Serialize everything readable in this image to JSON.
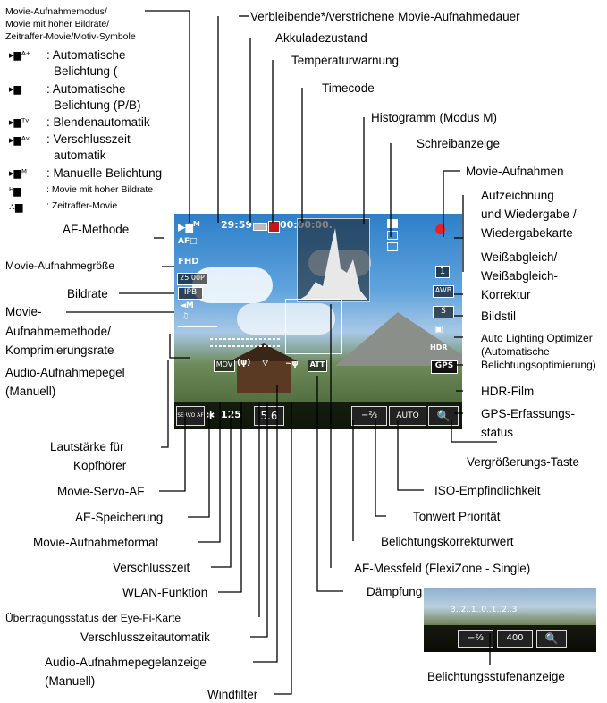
{
  "labels_left": {
    "movie_mode": "Movie-Aufnahmemodus/",
    "movie_mode2": "Movie mit hoher Bildrate/",
    "movie_mode3": "Zeitraffer-Movie/Motiv-Symbole",
    "auto_exposure": ": Automatische",
    "auto_exposure_2": "Belichtung (",
    "auto_exposure_3": "Belichtung (P/B)",
    "aperture_auto": ": Blendenautomatik",
    "shutter_auto": ": Verschlusszeit-",
    "shutter_auto2": "automatik",
    "manual": ": Manuelle Belichtung",
    "high_fps": ": Movie mit hoher Bildrate",
    "timelapse": ": Zeitraffer-Movie",
    "af_method": "AF-Methode",
    "rec_size": "Movie-Aufnahmegröße",
    "frame_rate": "Bildrate",
    "movie_method": "Movie-",
    "movie_method2": "Aufnahmemethode/",
    "movie_method3": "Komprimierungsrate",
    "audio_level": "Audio-Aufnahmepegel",
    "audio_level2": "(Manuell)",
    "headphone": "Lautstärke für",
    "headphone2": "Kopfhörer",
    "servo_af": "Movie-Servo-AF",
    "ae_lock": "AE-Speicherung",
    "rec_format": "Movie-Aufnahmeformat",
    "shutter": "Verschlusszeit",
    "wlan": "WLAN-Funktion",
    "eyefi": "Übertragungsstatus der Eye-Fi-Karte",
    "shutter_auto_bottom": "Verschlusszeitautomatik",
    "audio_meter": "Audio-Aufnahmepegelanzeige",
    "audio_meter2": "(Manuell)",
    "wind": "Windfilter"
  },
  "labels_right": {
    "remaining": "Verbleibende*/verstrichene Movie-Aufnahmedauer",
    "battery": "Akkuladezustand",
    "temp": "Temperaturwarnung",
    "timecode": "Timecode",
    "histogram": "Histogramm (Modus M)",
    "write": "Schreibanzeige",
    "recording": "Movie-Aufnahmen",
    "card": "Aufzeichnung",
    "card2": "und Wiedergabe /",
    "card3": "Wiedergabekarte",
    "wb": "Weißabgleich/",
    "wb2": "Weißabgleich-",
    "wb3": "Korrektur",
    "style": "Bildstil",
    "alo": "Auto Lighting Optimizer",
    "alo2": "(Automatische",
    "alo3": "Belichtungsoptimierung)",
    "hdr": "HDR-Film",
    "gps": "GPS-Erfassungs-",
    "gps2": "status",
    "magnify": "Vergrößerungs-Taste",
    "iso": "ISO-Empfindlichkeit",
    "tone": "Tonwert Priorität",
    "expcomp": "Belichtungskorrekturwert",
    "af_point": "AF-Messfeld (FlexiZone - Single)",
    "attenuation": "Dämpfung",
    "level_indicator": "Belichtungsstufenanzeige"
  },
  "screen": {
    "time": "29:59",
    "timecode": "00:00:00.",
    "af": "AF□",
    "fhd": "FHD",
    "fps": "25.00P",
    "ipb": "IPB",
    "mov": "MOV",
    "servo": "SERVO AF",
    "shutter_val": "125",
    "aperture_val": "5.6",
    "att": "ATT",
    "expcomp": "−⅔",
    "iso": "AUTO",
    "gps": "GPS",
    "awb": "AWB",
    "style": "S",
    "card": "1",
    "hdr": "HDR"
  },
  "inset": {
    "scale": "3..2..1..0..1..2..3",
    "expcomp": "−⅔",
    "iso": "400"
  },
  "colors": {
    "line": "#000000",
    "rec": "#e8202a",
    "temp": "#c01818"
  }
}
